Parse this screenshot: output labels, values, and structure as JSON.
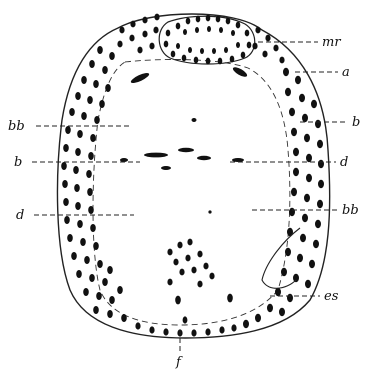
{
  "figure": {
    "ink_color": "#111111",
    "paper_color": "#ffffff",
    "labels": {
      "mr": "mr",
      "a": "a",
      "b_right": "b",
      "d_right": "d",
      "bb_right": "bb",
      "es": "es",
      "f": "f",
      "bb_left": "bb",
      "b_left": "b",
      "d_left": "d"
    }
  }
}
